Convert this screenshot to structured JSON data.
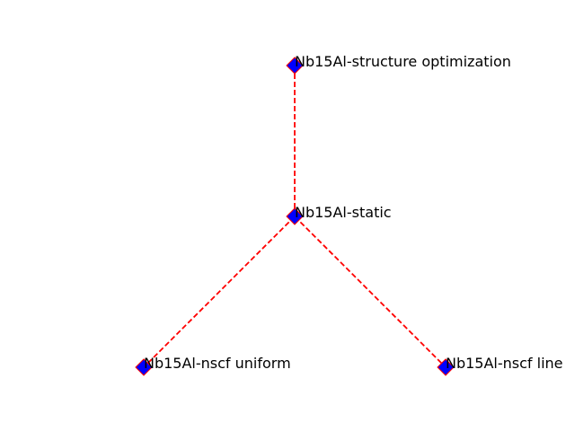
{
  "diagram": {
    "colors": {
      "edge": "#ff0000",
      "node_fill": "#0000ff",
      "node_stroke": "#ff0000",
      "label": "#000000"
    },
    "node_marker": "diamond",
    "edge_style": "dashed",
    "nodes": [
      {
        "id": "opt",
        "label": "Nb15Al-structure optimization"
      },
      {
        "id": "static",
        "label": "Nb15Al-static"
      },
      {
        "id": "uniform",
        "label": "Nb15Al-nscf uniform"
      },
      {
        "id": "line",
        "label": "Nb15Al-nscf line"
      }
    ],
    "edges": [
      {
        "from": "opt",
        "to": "static"
      },
      {
        "from": "static",
        "to": "uniform"
      },
      {
        "from": "static",
        "to": "line"
      }
    ]
  }
}
